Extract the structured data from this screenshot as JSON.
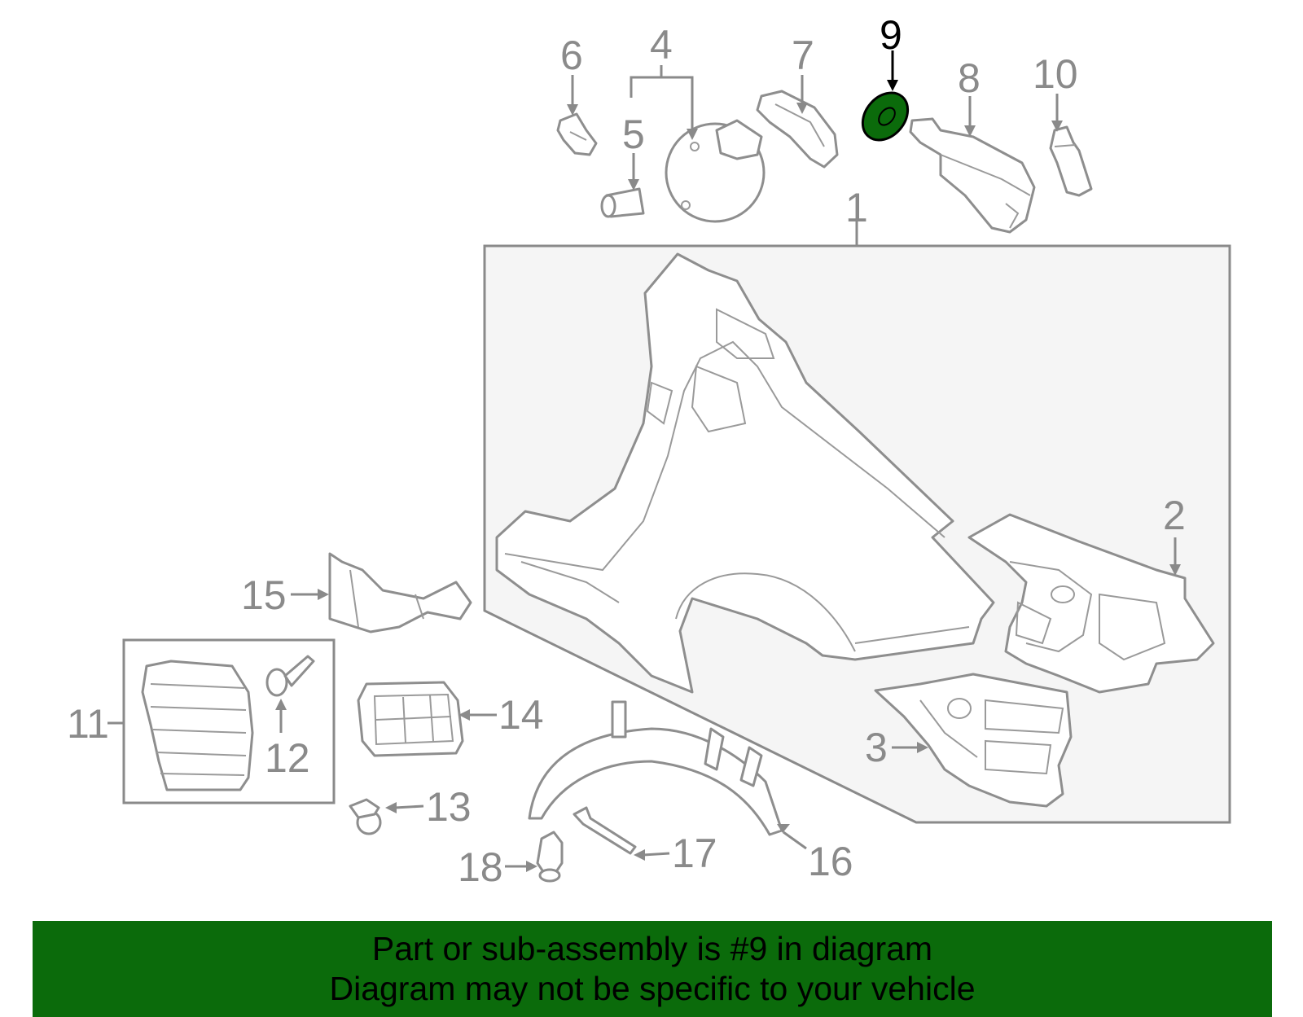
{
  "highlight_color": "#0b6b0b",
  "highlighted_part": "9",
  "callouts": {
    "c1": "1",
    "c2": "2",
    "c3": "3",
    "c4": "4",
    "c5": "5",
    "c6": "6",
    "c7": "7",
    "c8": "8",
    "c9": "9",
    "c10": "10",
    "c11": "11",
    "c12": "12",
    "c13": "13",
    "c14": "14",
    "c15": "15",
    "c16": "16",
    "c17": "17",
    "c18": "18"
  },
  "banner": {
    "line1": "Part or sub-assembly is #9 in diagram",
    "line2": "Diagram may not be specific to your vehicle"
  }
}
